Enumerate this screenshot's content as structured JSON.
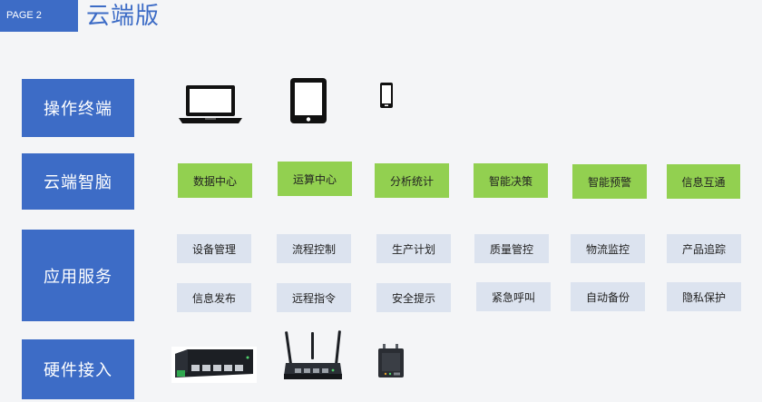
{
  "header": {
    "page_tag": "PAGE 2",
    "title": "云端版"
  },
  "rows": [
    {
      "label": "操作终端"
    },
    {
      "label": "云端智脑"
    },
    {
      "label": "应用服务"
    },
    {
      "label": "硬件接入"
    }
  ],
  "terminals": [
    {
      "icon": "laptop-icon"
    },
    {
      "icon": "tablet-icon"
    },
    {
      "icon": "phone-icon"
    }
  ],
  "cloud_modules": [
    "数据中心",
    "运算中心",
    "分析统计",
    "智能决策",
    "智能预警",
    "信息互通"
  ],
  "services_row1": [
    "设备管理",
    "流程控制",
    "生产计划",
    "质量管控",
    "物流监控",
    "产品追踪"
  ],
  "services_row2": [
    "信息发布",
    "远程指令",
    "安全提示",
    "紧急呼叫",
    "自动备份",
    "隐私保护"
  ],
  "hardware": [
    {
      "icon": "network-switch-icon"
    },
    {
      "icon": "wireless-router-icon"
    },
    {
      "icon": "iot-gateway-icon"
    }
  ],
  "colors": {
    "accent": "#3d6cc6",
    "module_green": "#92d050",
    "service_blue": "#dce3ef"
  }
}
